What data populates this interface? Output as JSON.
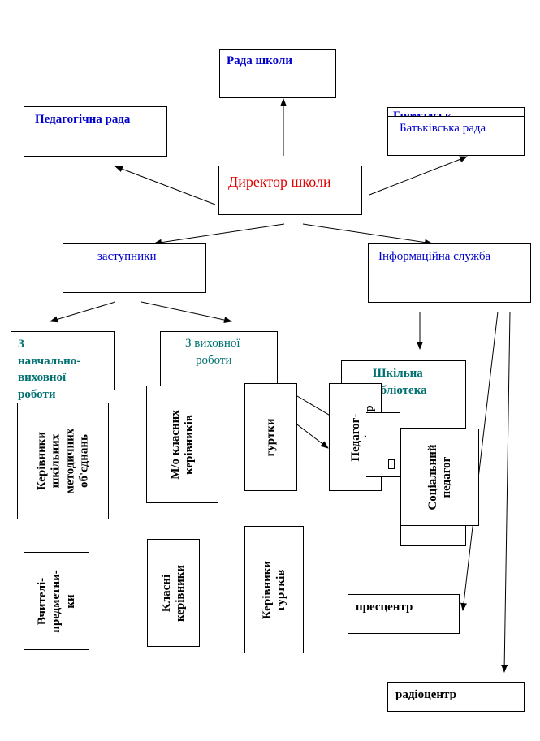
{
  "nodes": {
    "school_council": "Рада школи",
    "pedagogical_council": "Педагогічна рада",
    "parents_hidden": "Громадськ",
    "parents_council": "Батьківська рада",
    "director": "Директор школи",
    "deputies": "заступники",
    "info_service": "Інформаційна служба",
    "academic": [
      "З",
      "навчально-",
      "виховної",
      "роботи"
    ],
    "upbringing": [
      "З виховної",
      "роботи"
    ],
    "library": [
      "Шкільна",
      "бібліотека"
    ],
    "methodical_heads": [
      "Керівники",
      "шкільних",
      "методичних",
      "об'єднань"
    ],
    "class_teachers_mo": [
      "М/о класних",
      "керівників"
    ],
    "clubs": [
      "гуртки"
    ],
    "organizer": [
      "Педагог-",
      "організатор"
    ],
    "social_pedagogue": [
      "Соціальний",
      "педагог"
    ],
    "subject_teachers": [
      "Вчителі-",
      "предметни-",
      "ки"
    ],
    "class_teachers": [
      "Класні",
      "керівники"
    ],
    "club_leaders": [
      "Керівники",
      "гуртків"
    ],
    "press_center": "пресцентр",
    "radio_center": "радіоцентр"
  }
}
